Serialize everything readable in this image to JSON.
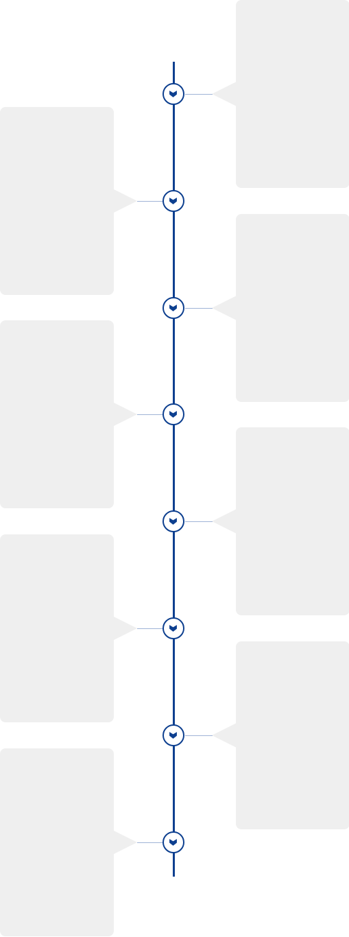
{
  "timeline": {
    "colors": {
      "axis": "#0d3f8f",
      "marker_border": "#0d3f8f",
      "marker_icon": "#0d3f8f",
      "card_background": "#efefef",
      "connector": "#9fb3d6"
    },
    "events": [
      {
        "side": "right",
        "icon": "chevron-down-icon"
      },
      {
        "side": "left",
        "icon": "chevron-down-icon"
      },
      {
        "side": "right",
        "icon": "chevron-down-icon"
      },
      {
        "side": "left",
        "icon": "chevron-down-icon"
      },
      {
        "side": "right",
        "icon": "chevron-down-icon"
      },
      {
        "side": "left",
        "icon": "chevron-down-icon"
      },
      {
        "side": "right",
        "icon": "chevron-down-icon"
      },
      {
        "side": "left",
        "icon": "chevron-down-icon"
      }
    ]
  }
}
